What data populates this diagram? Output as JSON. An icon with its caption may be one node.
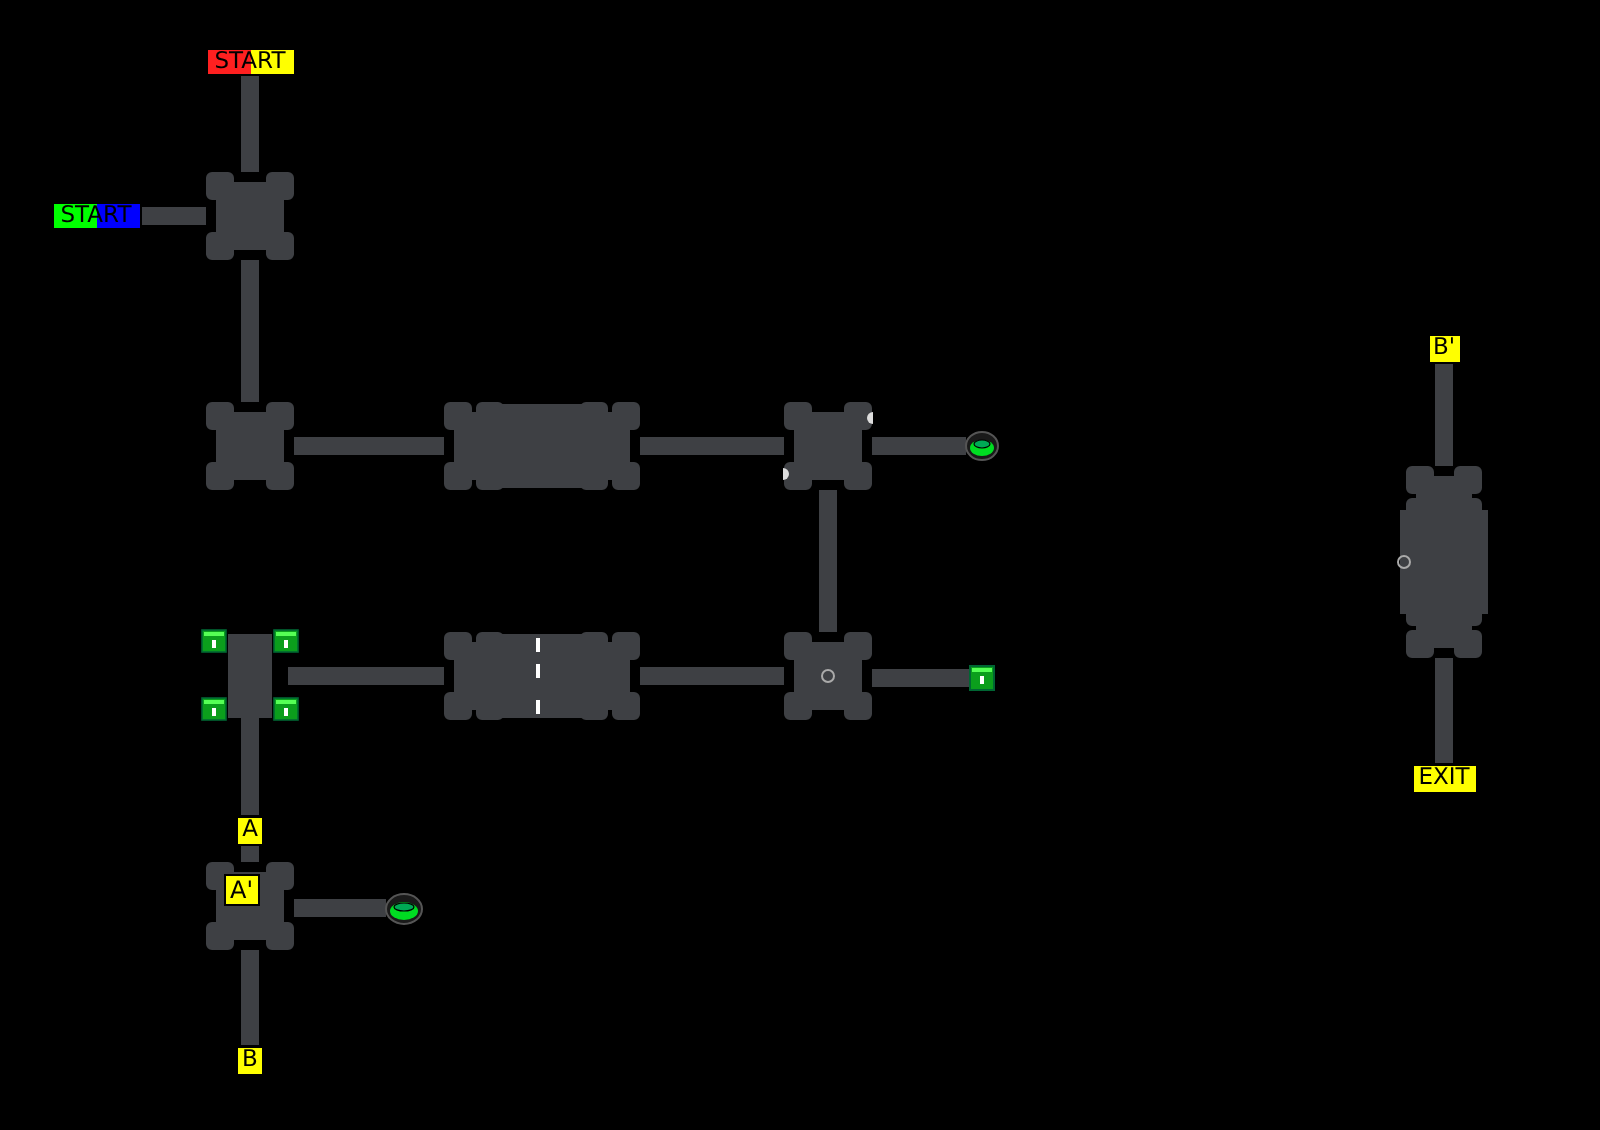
{
  "diagram": {
    "nodes": [
      {
        "text": [
          "START"
        ]
      },
      {
        "text": [
          "START"
        ]
      },
      {
        "text": [],
        "shape": "box"
      },
      {
        "text": [],
        "shape": "box"
      },
      {
        "text": [],
        "shape": "box"
      },
      {
        "text": [],
        "shape": "box"
      },
      {
        "text": [],
        "shape": "picture"
      },
      {
        "text": [],
        "shape": "box"
      },
      {
        "text": [],
        "shape": "box"
      },
      {
        "text": [],
        "shape": "box"
      },
      {
        "text": [],
        "shape": "picture"
      },
      {
        "text": [
          "A"
        ]
      },
      {
        "text": [
          "A'"
        ]
      },
      {
        "text": [],
        "shape": "picture"
      },
      {
        "text": [
          "B"
        ]
      },
      {
        "text": [
          "B'"
        ]
      },
      {
        "text": [],
        "shape": "box"
      },
      {
        "text": [
          "EXIT"
        ]
      }
    ],
    "edges": [
      {
        "from": 0,
        "to": 2,
        "arrow": "none"
      },
      {
        "from": 1,
        "to": 2,
        "arrow": "none"
      },
      {
        "from": 2,
        "to": 3,
        "arrow": "none"
      },
      {
        "from": 3,
        "to": 4,
        "arrow": "none"
      },
      {
        "from": 4,
        "to": 5,
        "arrow": "none"
      },
      {
        "from": 5,
        "to": 6,
        "arrow": "none"
      },
      {
        "from": 5,
        "to": 9,
        "arrow": "none"
      },
      {
        "from": 7,
        "to": 8,
        "arrow": "none"
      },
      {
        "from": 8,
        "to": 9,
        "arrow": "none"
      },
      {
        "from": 9,
        "to": 10,
        "arrow": "none"
      },
      {
        "from": 7,
        "to": 11,
        "arrow": "none"
      },
      {
        "from": 11,
        "to": 12,
        "arrow": "none"
      },
      {
        "from": 12,
        "to": 13,
        "arrow": "none"
      },
      {
        "from": 12,
        "to": 14,
        "arrow": "none"
      },
      {
        "from": 15,
        "to": 16,
        "arrow": "none"
      },
      {
        "from": 16,
        "to": 17,
        "arrow": "none"
      }
    ]
  }
}
